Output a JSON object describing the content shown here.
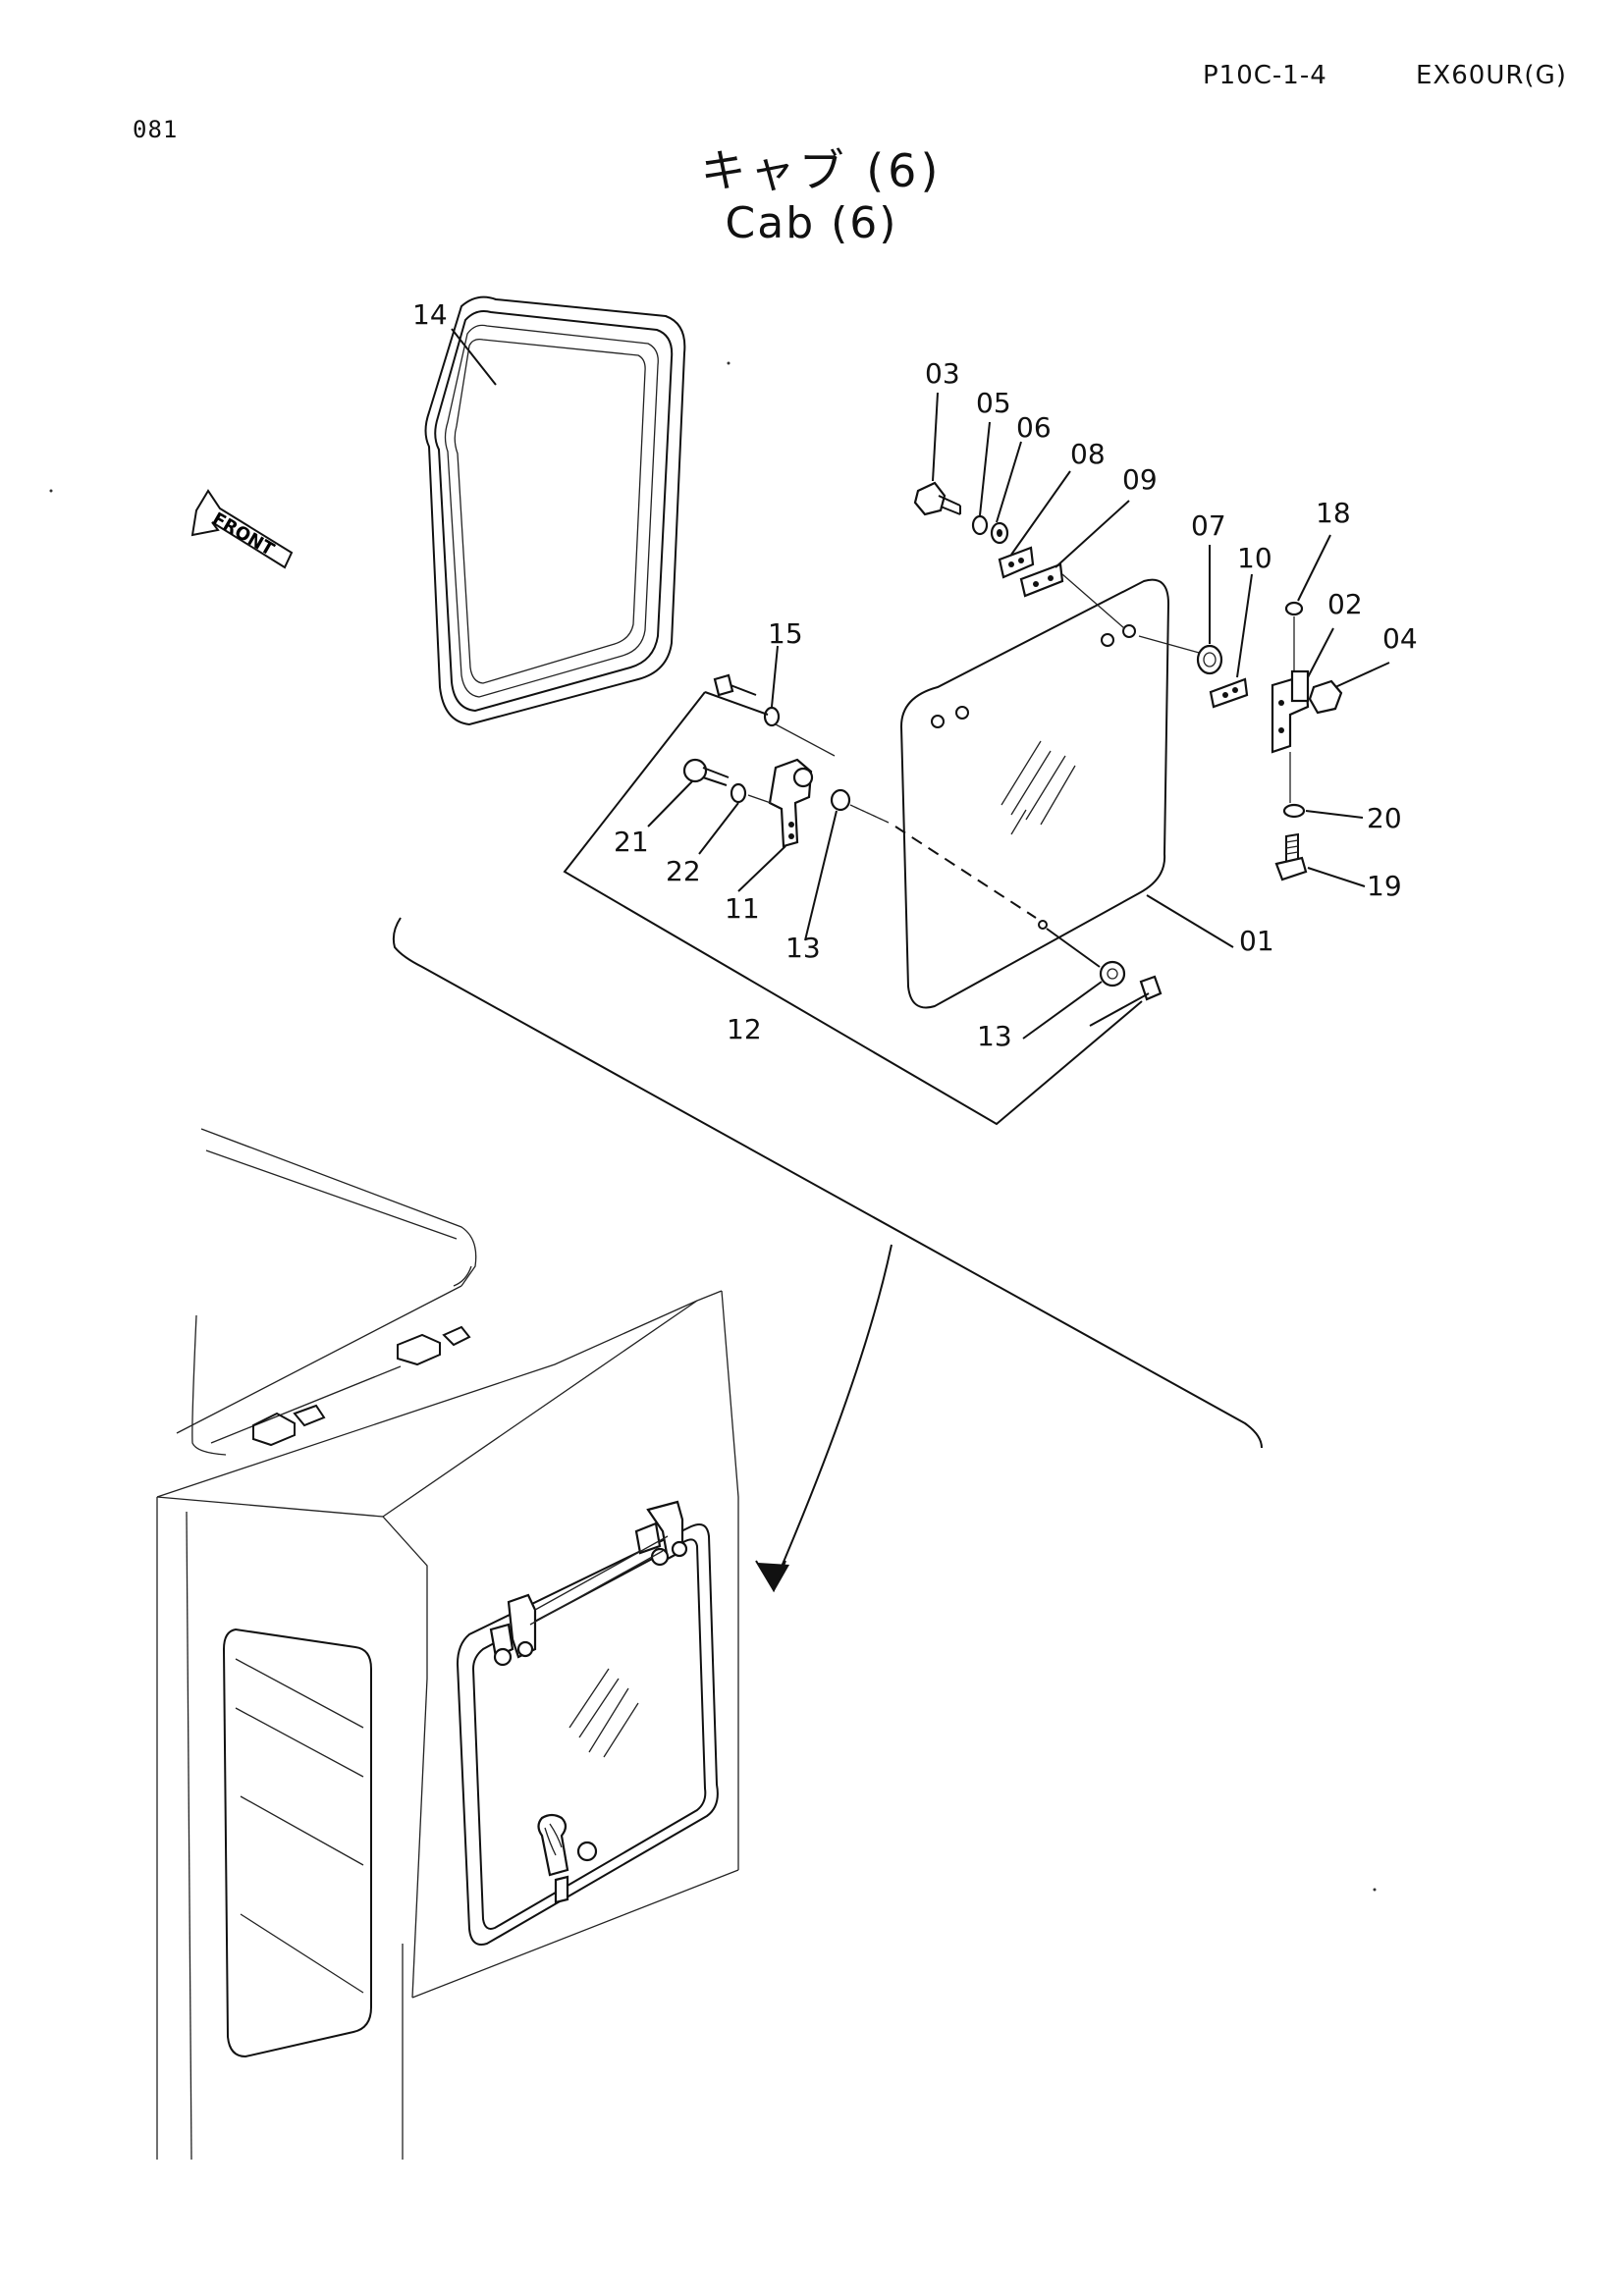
{
  "header": {
    "page_code": "P10C-1-4",
    "model": "EX60UR(G)",
    "page_number": "081"
  },
  "title": {
    "japanese": "キャブ (6)",
    "english": "Cab (6)"
  },
  "front_indicator": "FRONT",
  "callouts": {
    "c01": "01",
    "c02": "02",
    "c03": "03",
    "c04": "04",
    "c05": "05",
    "c06": "06",
    "c07": "07",
    "c08": "08",
    "c09": "09",
    "c10": "10",
    "c11": "11",
    "c12": "12",
    "c13a": "13",
    "c13b": "13",
    "c14": "14",
    "c15": "15",
    "c18": "18",
    "c19": "19",
    "c20": "20",
    "c21": "21",
    "c22": "22"
  }
}
